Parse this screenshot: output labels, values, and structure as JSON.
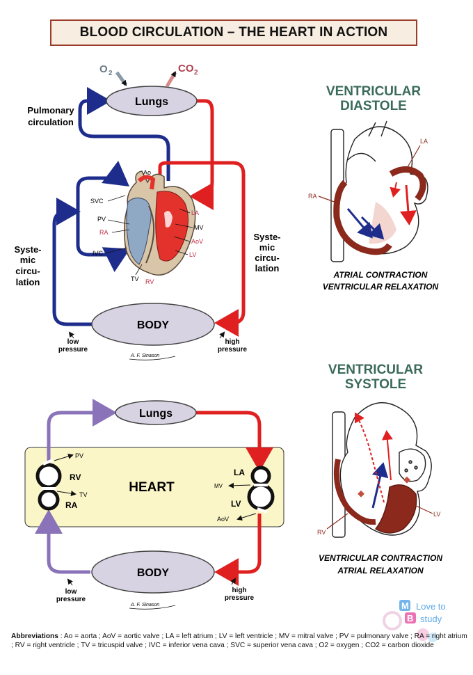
{
  "title": "BLOOD CIRCULATION – THE HEART IN ACTION",
  "top_diagram": {
    "o2": "O",
    "o2_sub": "2",
    "co2": "CO",
    "co2_sub": "2",
    "lungs": "Lungs",
    "body": "BODY",
    "pulmonary_1": "Pulmonary",
    "pulmonary_2": "circulation",
    "systemic_left": [
      "Syste-",
      "mic",
      "circu-",
      "lation"
    ],
    "systemic_right": [
      "Syste-",
      "mic",
      "circu-",
      "lation"
    ],
    "low_pressure_1": "low",
    "low_pressure_2": "pressure",
    "high_pressure_1": "high",
    "high_pressure_2": "pressure",
    "labels": {
      "ao": "Ao",
      "svc": "SVC",
      "pv": "PV",
      "ra": "RA",
      "ivc": "IVC",
      "tv": "TV",
      "rv": "RV",
      "la": "LA",
      "mv": "MV",
      "aov": "AoV",
      "lv": "LV"
    },
    "signature": "A. F. Sinason"
  },
  "bottom_diagram": {
    "lungs": "Lungs",
    "body": "BODY",
    "heart": "HEART",
    "pv": "PV",
    "rv": "RV",
    "tv": "TV",
    "ra": "RA",
    "la": "LA",
    "mv": "MV",
    "lv": "LV",
    "aov": "AoV",
    "low_pressure_1": "low",
    "low_pressure_2": "pressure",
    "high_pressure_1": "high",
    "high_pressure_2": "pressure",
    "signature": "A. F. Sinason"
  },
  "diastole": {
    "title_1": "VENTRICULAR",
    "title_2": "DIASTOLE",
    "la": "LA",
    "ra": "RA",
    "caption_1": "ATRIAL CONTRACTION",
    "caption_2": "VENTRICULAR RELAXATION"
  },
  "systole": {
    "title_1": "VENTRICULAR",
    "title_2": "SYSTOLE",
    "lv": "LV",
    "rv": "RV",
    "caption_1": "VENTRICULAR CONTRACTION",
    "caption_2": "ATRIAL RELAXATION"
  },
  "abbreviations": {
    "heading": "Abbreviations",
    "text": ": Ao = aorta ; AoV = aortic valve ; LA = left atrium ; LV = left ventricle ; MV = mitral valve ; PV = pulmonary valve ; RA = right atrium ; RV = right ventricle ; TV = tricuspid valve ; IVC = inferior vena cava ; SVC = superior vena cava ; O2 = oxygen ; CO2 = carbon dioxide"
  },
  "watermark": {
    "line1": "Love to",
    "line2": "study"
  },
  "colors": {
    "blue": "#1e2d8c",
    "red": "#e02020",
    "purple": "#8a73b8",
    "oval": "#d8d3e3",
    "heart_box": "#faf6c8",
    "title_green": "#3b6a5a",
    "dark_red": "#8b2a1c"
  }
}
